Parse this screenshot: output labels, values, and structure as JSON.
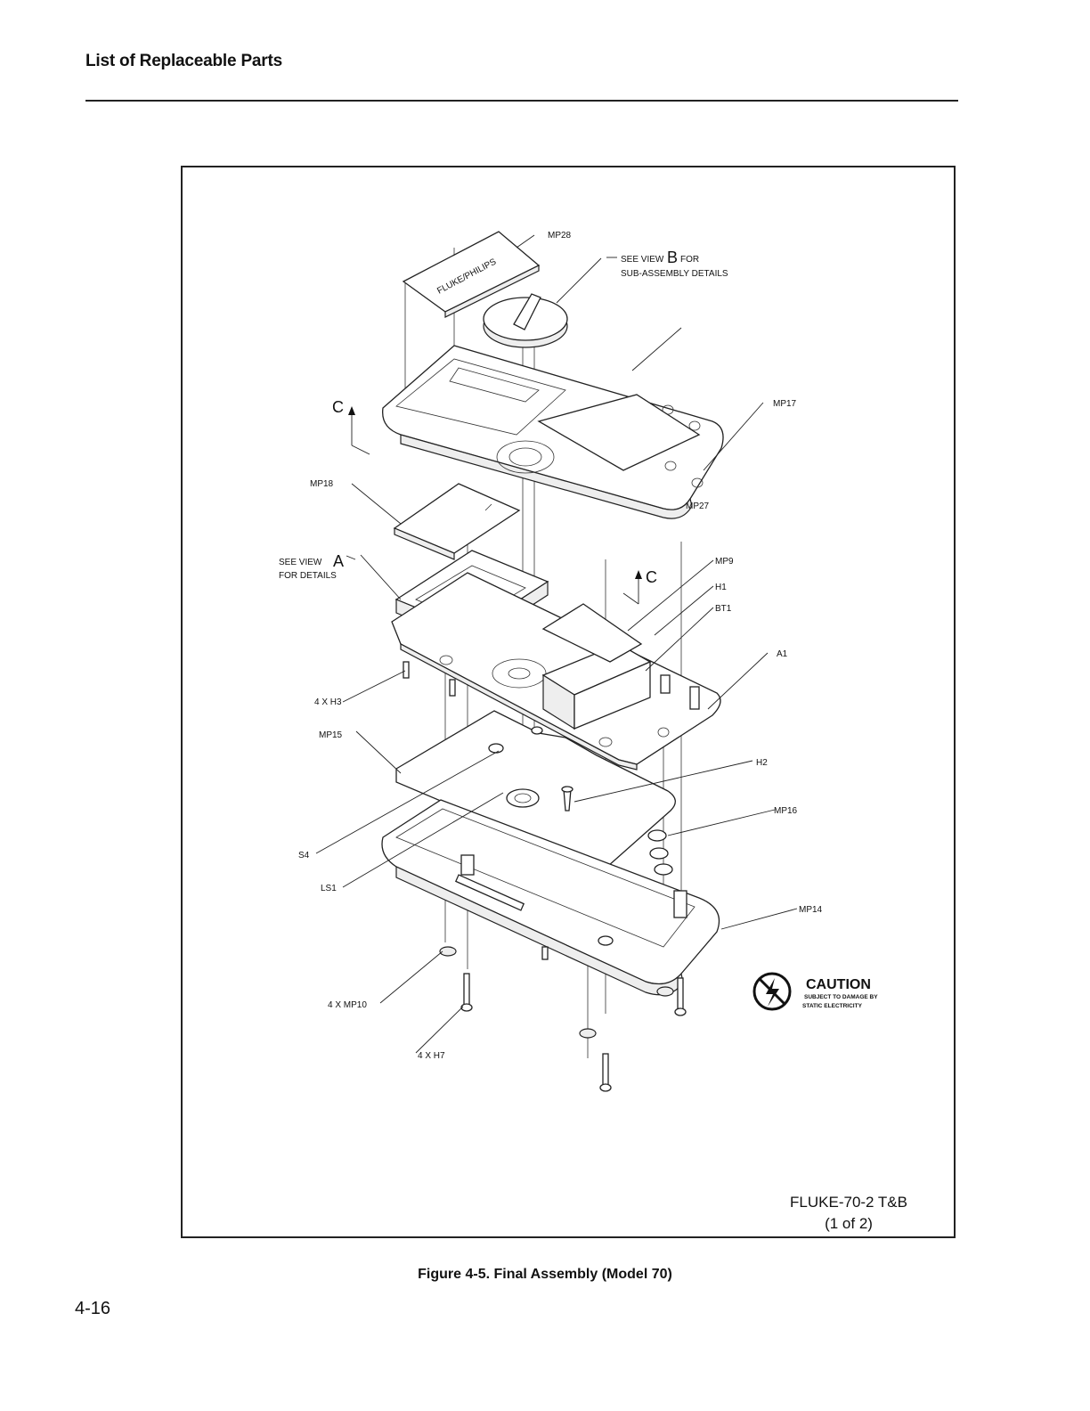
{
  "header": {
    "section_title": "List of Replaceable Parts"
  },
  "figure": {
    "caption": "Figure 4-5. Final Assembly (Model 70)",
    "id_line1": "FLUKE-70-2 T&B",
    "id_line2": "(1 of 2)",
    "nameplate_text": "FLUKE/PHILIPS",
    "section_marker": "C",
    "view_b_note": {
      "prefix": "SEE VIEW",
      "letter": "B",
      "suffix": "FOR",
      "line2": "SUB-ASSEMBLY DETAILS"
    },
    "view_a_note": {
      "prefix": "SEE VIEW",
      "letter": "A",
      "line2": "FOR DETAILS"
    },
    "labels": {
      "mp28": "MP28",
      "mp27": "MP27",
      "mp17": "MP17",
      "mp18": "MP18",
      "mp9": "MP9",
      "h1": "H1",
      "bt1": "BT1",
      "a1": "A1",
      "h3": "4 X H3",
      "mp15": "MP15",
      "h2": "H2",
      "mp16": "MP16",
      "s4": "S4",
      "ls1": "LS1",
      "mp14": "MP14",
      "mp10": "4 X MP10",
      "h7": "4 X H7"
    },
    "caution": {
      "title": "CAUTION",
      "line1": "SUBJECT TO DAMAGE BY",
      "line2": "STATIC ELECTRICITY"
    }
  },
  "footer": {
    "page_number": "4-16"
  }
}
